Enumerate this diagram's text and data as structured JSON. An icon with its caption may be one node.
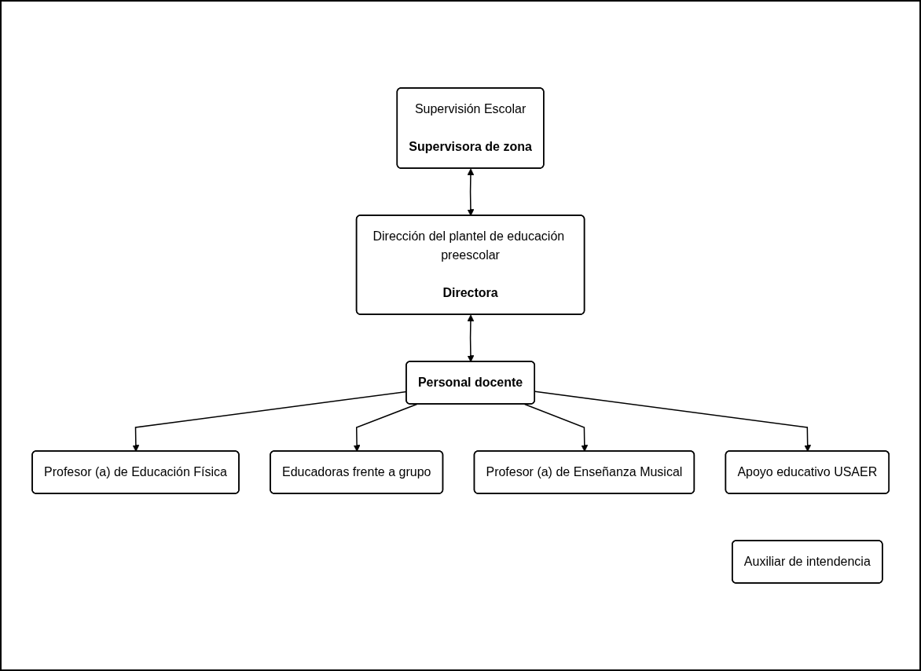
{
  "diagram": {
    "nodes": [
      {
        "text": [
          "Supervisión Escolar",
          "Supervisora de zona"
        ]
      },
      {
        "text": [
          "Dirección del plantel de educación preescolar",
          "Directora"
        ]
      },
      {
        "text": [
          "Personal docente"
        ]
      },
      {
        "text": [
          "Profesor (a) de Educación Física"
        ]
      },
      {
        "text": [
          "Educadoras frente a grupo"
        ]
      },
      {
        "text": [
          "Profesor (a) de Enseñanza Musical"
        ]
      },
      {
        "text": [
          "Apoyo educativo USAER"
        ]
      },
      {
        "text": [
          "Auxiliar de intendencia"
        ]
      }
    ],
    "edges": [
      {
        "from": 0,
        "to": 1,
        "arrow": "both"
      },
      {
        "from": 1,
        "to": 2,
        "arrow": "both"
      },
      {
        "from": 2,
        "to": 3,
        "arrow": "to"
      },
      {
        "from": 2,
        "to": 6,
        "arrow": "to"
      },
      {
        "from": 2,
        "to": 4,
        "arrow": "to"
      },
      {
        "from": 2,
        "to": 5,
        "arrow": "to"
      }
    ]
  }
}
